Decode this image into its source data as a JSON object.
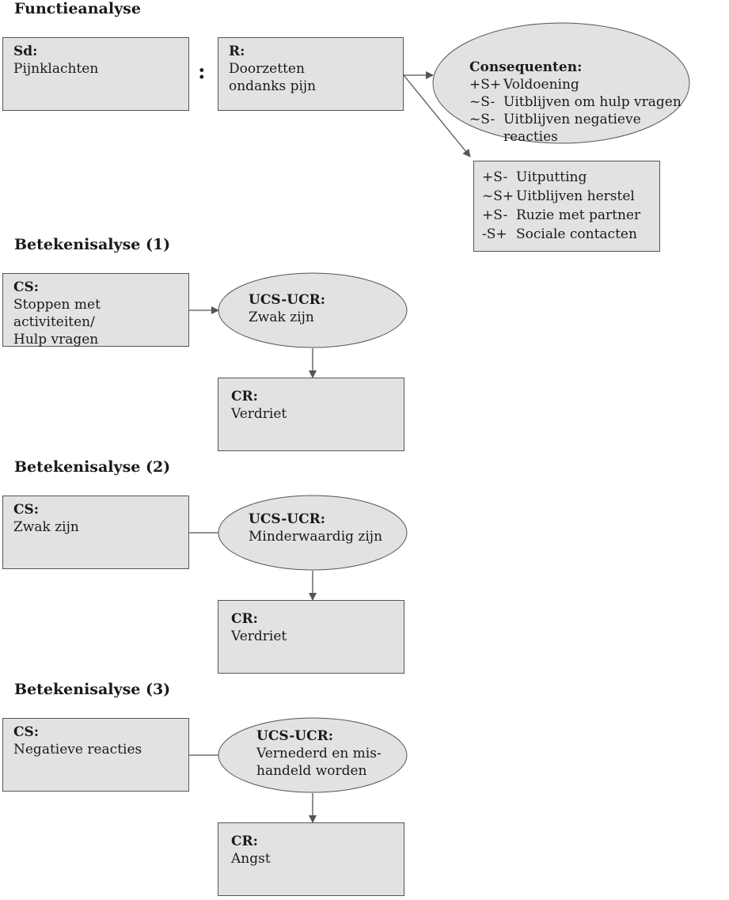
{
  "functieanalyse": {
    "title": "Functieanalyse",
    "sd": {
      "label": "Sd:",
      "text": "Pijnklachten"
    },
    "separator": ":",
    "r": {
      "label": "R:",
      "lines": [
        "Doorzetten",
        "ondanks pijn"
      ]
    },
    "consequenten": {
      "label": "Consequenten:",
      "items": [
        {
          "code": "+S+",
          "text": "Voldoening"
        },
        {
          "code": "~S-",
          "text": "Uitblijven om hulp vragen"
        },
        {
          "code": "~S-",
          "text": "Uitblijven negatieve"
        },
        {
          "code": "",
          "text": "reacties"
        }
      ]
    },
    "long_term": {
      "items": [
        {
          "code": "+S-",
          "text": "Uitputting"
        },
        {
          "code": "~S+",
          "text": "Uitblijven herstel"
        },
        {
          "code": "+S-",
          "text": "Ruzie met partner"
        },
        {
          "code": "-S+",
          "text": "Sociale contacten"
        }
      ]
    }
  },
  "betekenisanalyses": [
    {
      "title": "Betekenisalyse (1)",
      "cs": {
        "label": "CS:",
        "lines": [
          "Stoppen met activiteiten/",
          "Hulp vragen"
        ]
      },
      "ucs": {
        "label": "UCS-UCR:",
        "lines": [
          "Zwak zijn"
        ]
      },
      "cr": {
        "label": "CR:",
        "text": "Verdriet"
      },
      "cs_connector": "arrow"
    },
    {
      "title": "Betekenisalyse (2)",
      "cs": {
        "label": "CS:",
        "lines": [
          "Zwak zijn"
        ]
      },
      "ucs": {
        "label": "UCS-UCR:",
        "lines": [
          "Minderwaardig zijn"
        ]
      },
      "cr": {
        "label": "CR:",
        "text": "Verdriet"
      },
      "cs_connector": "line"
    },
    {
      "title": "Betekenisalyse (3)",
      "cs": {
        "label": "CS:",
        "lines": [
          "Negatieve reacties"
        ]
      },
      "ucs": {
        "label": "UCS-UCR:",
        "lines": [
          "Vernederd en mis-",
          "handeld worden"
        ]
      },
      "cr": {
        "label": "CR:",
        "text": "Angst"
      },
      "cs_connector": "line"
    }
  ],
  "colors": {
    "box_fill": "#e2e2e2",
    "border": "#555555",
    "arrow": "#555555"
  }
}
